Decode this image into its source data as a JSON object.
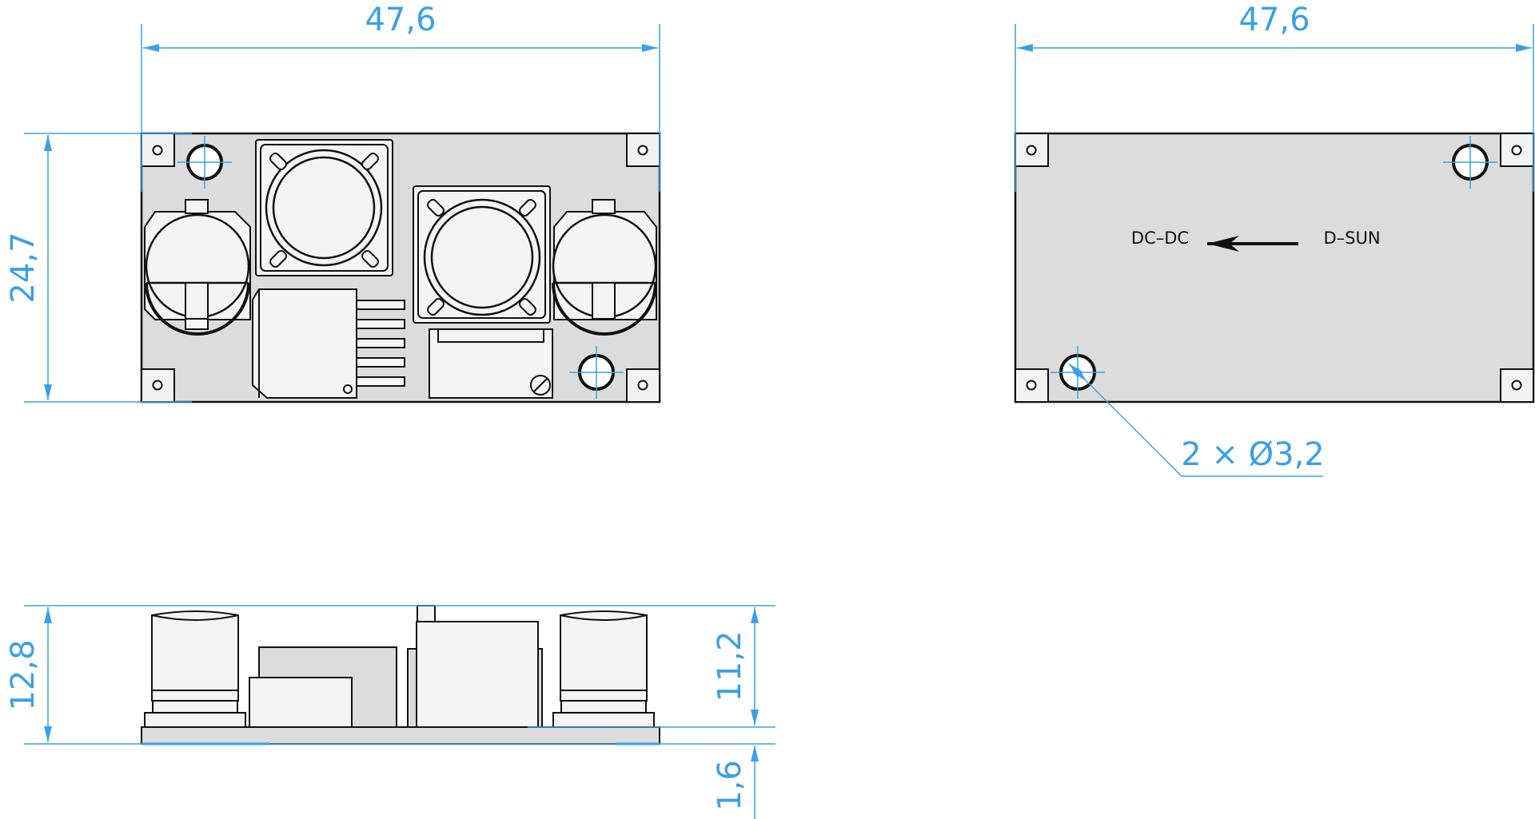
{
  "dimensions": {
    "top_view_width": "47,6",
    "bottom_view_width": "47,6",
    "board_height": "24,7",
    "overall_height": "12,8",
    "component_height": "11,2",
    "pcb_thickness": "1,6",
    "hole_spec": "2 × Ø3,2"
  },
  "bottom_view": {
    "left_label": "DC–DC",
    "right_label": "D–SUN",
    "arrow_direction": "left"
  },
  "colors": {
    "dimension": "#3aa0e6",
    "board_fill": "#dcdcdc",
    "component_fill": "#f4f4f4",
    "outline": "#111111"
  }
}
